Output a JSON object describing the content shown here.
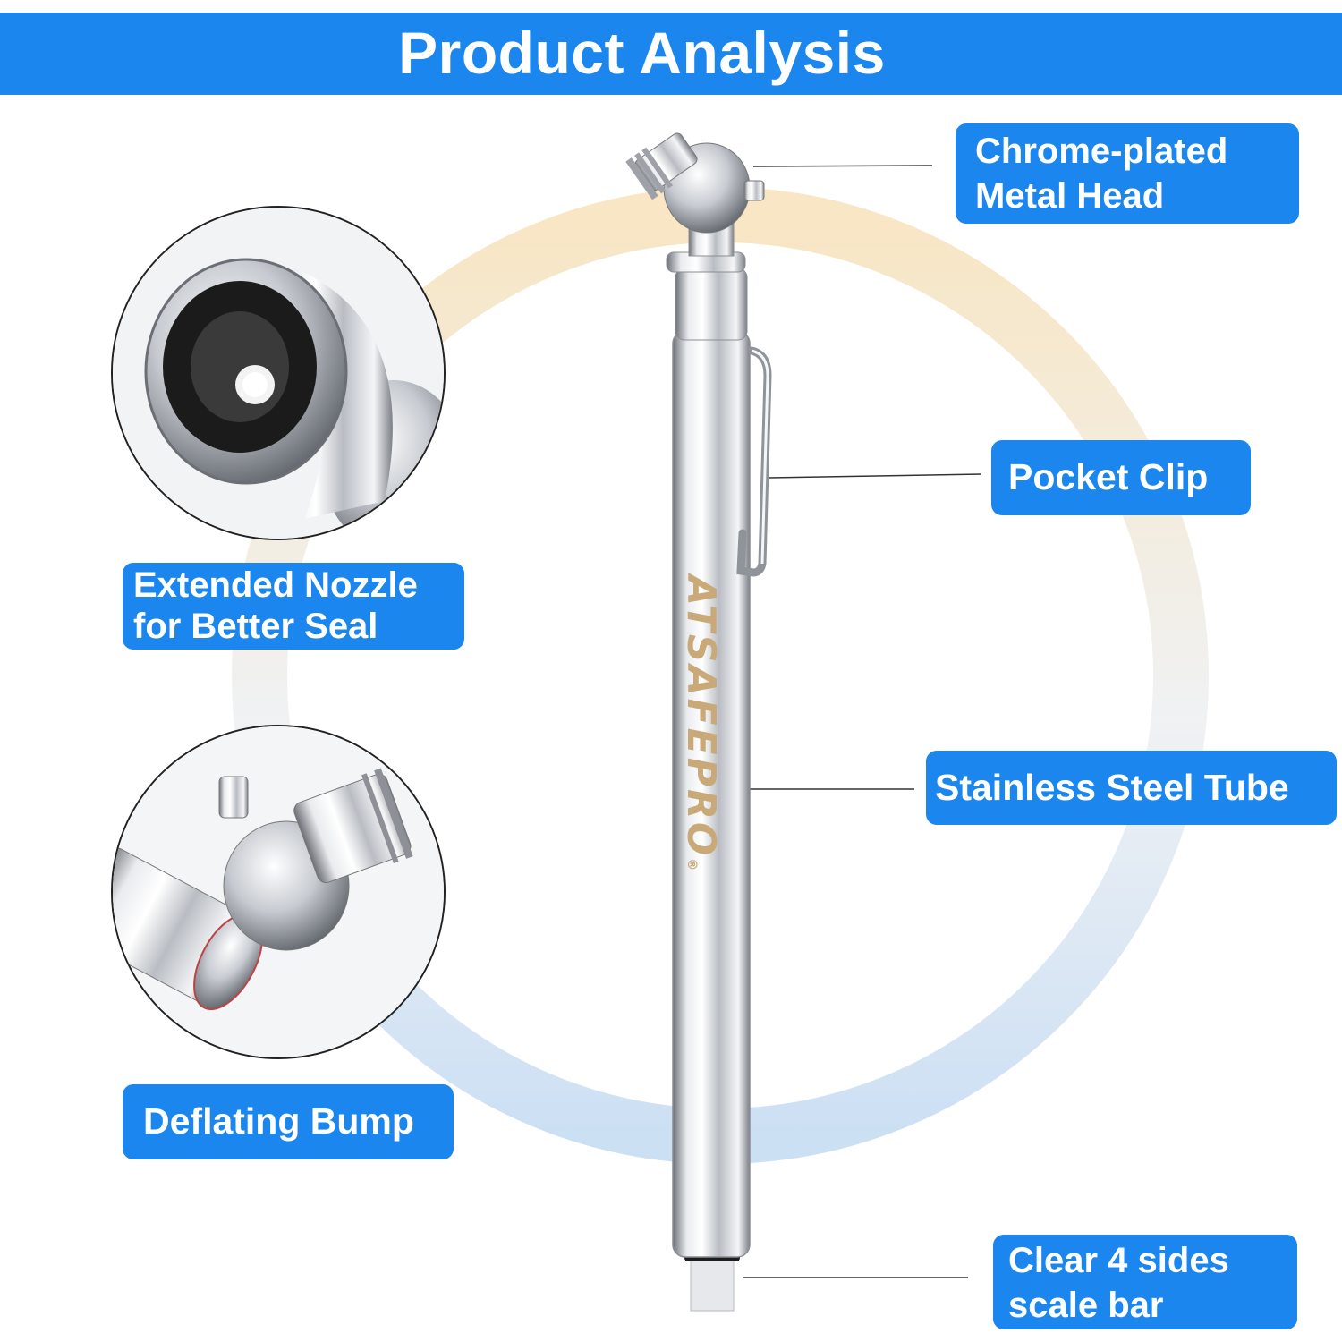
{
  "header": {
    "title": "Product Analysis"
  },
  "callouts": {
    "head": {
      "line1": "Chrome-plated",
      "line2": "Metal Head"
    },
    "clip": {
      "text": "Pocket Clip"
    },
    "tube": {
      "text": "Stainless Steel Tube"
    },
    "scale": {
      "line1": "Clear 4 sides",
      "line2": "scale bar"
    },
    "nozzle": {
      "line1": "Extended Nozzle",
      "line2": "for Better Seal"
    },
    "bump": {
      "text": "Deflating Bump"
    }
  },
  "product": {
    "brand": "ATSAFEPRO",
    "trademark": "®"
  },
  "colors": {
    "accent": "#1a86ee",
    "label_text": "#ffffff",
    "brand_text": "#c9a978",
    "ring_warm": "#f6ddb0",
    "ring_cool": "#c8def4"
  },
  "icons": [
    "gauge-head-photo",
    "nozzle-closeup-photo",
    "deflating-bump-closeup-photo"
  ]
}
